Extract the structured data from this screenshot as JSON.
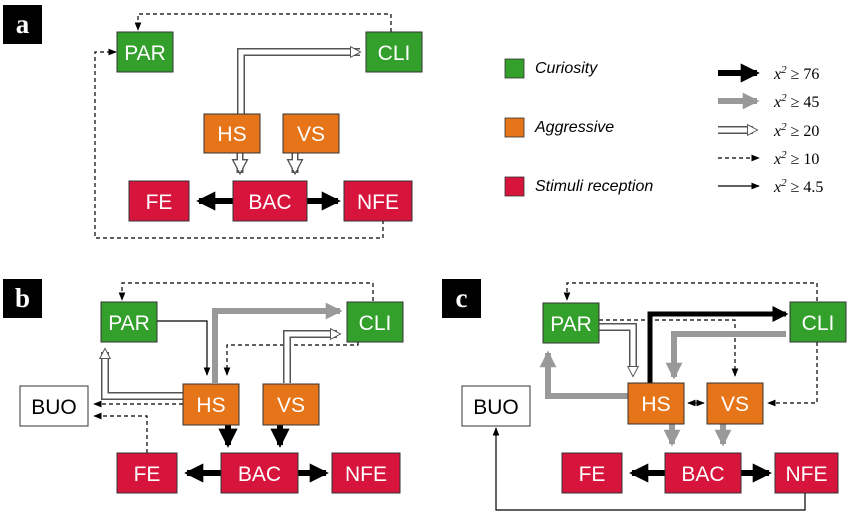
{
  "panels": [
    {
      "letter": "a",
      "nodes": {
        "PAR": {
          "label": "PAR",
          "category": "curiosity"
        },
        "CLI": {
          "label": "CLI",
          "category": "curiosity"
        },
        "HS": {
          "label": "HS",
          "category": "aggressive"
        },
        "VS": {
          "label": "VS",
          "category": "aggressive"
        },
        "FE": {
          "label": "FE",
          "category": "stimuli"
        },
        "BAC": {
          "label": "BAC",
          "category": "stimuli"
        },
        "NFE": {
          "label": "NFE",
          "category": "stimuli"
        }
      },
      "edges": [
        {
          "from": "CLI",
          "to": "PAR",
          "strength": "x2>=10"
        },
        {
          "from": "NFE",
          "to": "PAR",
          "strength": "x2>=10"
        },
        {
          "from": "HS",
          "to": "CLI",
          "strength": "x2>=20"
        },
        {
          "from": "HS",
          "to": "BAC",
          "strength": "x2>=20"
        },
        {
          "from": "VS",
          "to": "BAC",
          "strength": "x2>=20"
        },
        {
          "from": "BAC",
          "to": "FE",
          "strength": "x2>=76"
        },
        {
          "from": "BAC",
          "to": "NFE",
          "strength": "x2>=76"
        }
      ]
    },
    {
      "letter": "b",
      "nodes": {
        "PAR": {
          "label": "PAR",
          "category": "curiosity"
        },
        "CLI": {
          "label": "CLI",
          "category": "curiosity"
        },
        "BUO": {
          "label": "BUO",
          "category": "none"
        },
        "HS": {
          "label": "HS",
          "category": "aggressive"
        },
        "VS": {
          "label": "VS",
          "category": "aggressive"
        },
        "FE": {
          "label": "FE",
          "category": "stimuli"
        },
        "BAC": {
          "label": "BAC",
          "category": "stimuli"
        },
        "NFE": {
          "label": "NFE",
          "category": "stimuli"
        }
      },
      "edges": [
        {
          "from": "CLI",
          "to": "PAR",
          "strength": "x2>=10"
        },
        {
          "from": "PAR",
          "to": "HS",
          "strength": "x2>=4.5"
        },
        {
          "from": "HS",
          "to": "CLI",
          "strength": "x2>=45"
        },
        {
          "from": "CLI",
          "to": "HS",
          "strength": "x2>=10"
        },
        {
          "from": "HS",
          "to": "PAR",
          "strength": "x2>=20"
        },
        {
          "from": "VS",
          "to": "CLI",
          "strength": "x2>=20"
        },
        {
          "from": "HS",
          "to": "BUO",
          "strength": "x2>=10"
        },
        {
          "from": "FE",
          "to": "BUO",
          "strength": "x2>=10"
        },
        {
          "from": "HS",
          "to": "BAC",
          "strength": "x2>=76"
        },
        {
          "from": "VS",
          "to": "BAC",
          "strength": "x2>=76"
        },
        {
          "from": "BAC",
          "to": "FE",
          "strength": "x2>=76"
        },
        {
          "from": "BAC",
          "to": "NFE",
          "strength": "x2>=76"
        }
      ]
    },
    {
      "letter": "c",
      "nodes": {
        "PAR": {
          "label": "PAR",
          "category": "curiosity"
        },
        "CLI": {
          "label": "CLI",
          "category": "curiosity"
        },
        "BUO": {
          "label": "BUO",
          "category": "none"
        },
        "HS": {
          "label": "HS",
          "category": "aggressive"
        },
        "VS": {
          "label": "VS",
          "category": "aggressive"
        },
        "FE": {
          "label": "FE",
          "category": "stimuli"
        },
        "BAC": {
          "label": "BAC",
          "category": "stimuli"
        },
        "NFE": {
          "label": "NFE",
          "category": "stimuli"
        }
      },
      "edges": [
        {
          "from": "CLI",
          "to": "PAR",
          "strength": "x2>=10"
        },
        {
          "from": "HS",
          "to": "CLI",
          "strength": "x2>=76"
        },
        {
          "from": "PAR",
          "to": "HS",
          "strength": "x2>=20"
        },
        {
          "from": "PAR",
          "to": "VS",
          "strength": "x2>=10"
        },
        {
          "from": "CLI",
          "to": "HS",
          "strength": "x2>=45"
        },
        {
          "from": "HS",
          "to": "PAR",
          "strength": "x2>=45"
        },
        {
          "from": "CLI",
          "to": "VS",
          "strength": "x2>=10"
        },
        {
          "from": "HS",
          "to": "VS",
          "strength": "x2>=10"
        },
        {
          "from": "VS",
          "to": "HS",
          "strength": "x2>=10"
        },
        {
          "from": "HS",
          "to": "BAC",
          "strength": "x2>=45"
        },
        {
          "from": "VS",
          "to": "BAC",
          "strength": "x2>=45"
        },
        {
          "from": "BAC",
          "to": "FE",
          "strength": "x2>=76"
        },
        {
          "from": "BAC",
          "to": "NFE",
          "strength": "x2>=76"
        },
        {
          "from": "NFE",
          "to": "BUO",
          "strength": "x2>=4.5"
        }
      ]
    }
  ],
  "legend": {
    "categories": [
      {
        "key": "curiosity",
        "label": "Curiosity",
        "color": "#33a02c"
      },
      {
        "key": "aggressive",
        "label": "Aggressive",
        "color": "#e67519"
      },
      {
        "key": "stimuli",
        "label": "Stimuli reception",
        "color": "#d7143c"
      }
    ],
    "strengths": [
      {
        "key": "x2>=76",
        "var": "x",
        "sup": "2",
        "op": " ≥ ",
        "value": "76",
        "style": "black-bold"
      },
      {
        "key": "x2>=45",
        "var": "x",
        "sup": "2",
        "op": " ≥ ",
        "value": "45",
        "style": "grey-bold"
      },
      {
        "key": "x2>=20",
        "var": "x",
        "sup": "2",
        "op": " ≥ ",
        "value": "20",
        "style": "hollow"
      },
      {
        "key": "x2>=10",
        "var": "x",
        "sup": "2",
        "op": " ≥ ",
        "value": "10",
        "style": "dashed"
      },
      {
        "key": "x2>=4.5",
        "var": "x",
        "sup": "2",
        "op": " ≥ ",
        "value": "4.5",
        "style": "thin"
      }
    ]
  },
  "colors": {
    "curiosity": "#33a02c",
    "aggressive": "#e67519",
    "stimuli": "#d7143c",
    "grey_arrow": "#999999",
    "border": "#333333"
  }
}
